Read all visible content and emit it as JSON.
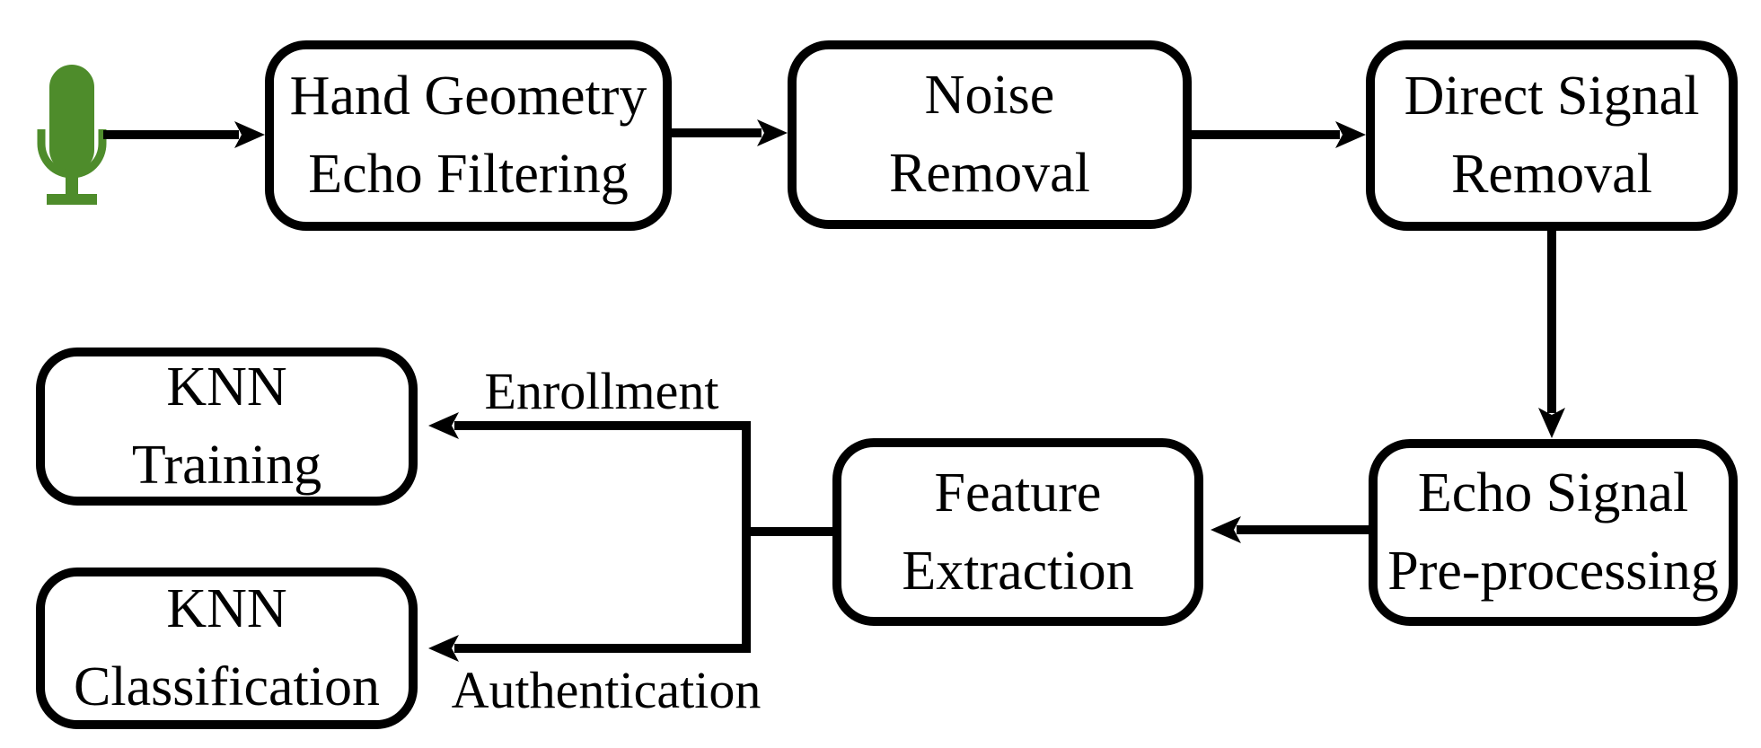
{
  "diagram": {
    "type": "flowchart",
    "background_color": "#ffffff",
    "line_color": "#000000",
    "mic_color": "#4e8c2b",
    "nodes": [
      {
        "id": "hand-geometry-echo-filtering",
        "lines": [
          "Hand Geometry",
          "Echo Filtering"
        ]
      },
      {
        "id": "noise-removal",
        "lines": [
          "Noise",
          "Removal"
        ]
      },
      {
        "id": "direct-signal-removal",
        "lines": [
          "Direct Signal",
          "Removal"
        ]
      },
      {
        "id": "echo-signal-pre-processing",
        "lines": [
          "Echo Signal",
          "Pre-processing"
        ]
      },
      {
        "id": "feature-extraction",
        "lines": [
          "Feature",
          "Extraction"
        ]
      },
      {
        "id": "knn-training",
        "lines": [
          "KNN",
          "Training"
        ]
      },
      {
        "id": "knn-classification",
        "lines": [
          "KNN",
          "Classification"
        ]
      }
    ],
    "edge_labels": [
      {
        "id": "enrollment",
        "text": "Enrollment"
      },
      {
        "id": "authentication",
        "text": "Authentication"
      }
    ],
    "edges": [
      {
        "from": "microphone",
        "to": "hand-geometry-echo-filtering"
      },
      {
        "from": "hand-geometry-echo-filtering",
        "to": "noise-removal"
      },
      {
        "from": "noise-removal",
        "to": "direct-signal-removal"
      },
      {
        "from": "direct-signal-removal",
        "to": "echo-signal-pre-processing"
      },
      {
        "from": "echo-signal-pre-processing",
        "to": "feature-extraction"
      },
      {
        "from": "feature-extraction",
        "to": "knn-training",
        "label": "Enrollment"
      },
      {
        "from": "feature-extraction",
        "to": "knn-classification",
        "label": "Authentication"
      }
    ],
    "icons": [
      {
        "name": "microphone-icon",
        "color": "#4e8c2b"
      }
    ]
  }
}
